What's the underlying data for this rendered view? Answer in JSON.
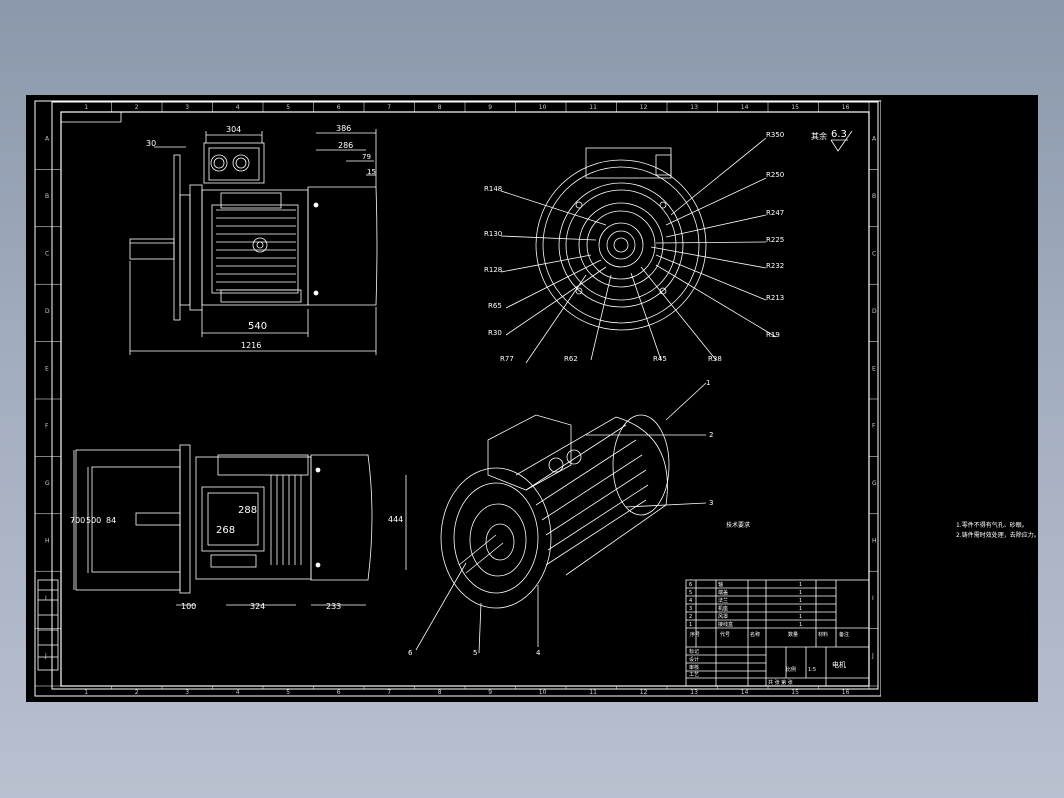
{
  "colors": {
    "background": "#8b98ab",
    "canvas": "#000000",
    "lines": "#ffffff"
  },
  "border": {
    "columns": [
      "1",
      "2",
      "3",
      "4",
      "5",
      "6",
      "7",
      "8",
      "9",
      "10",
      "11",
      "12",
      "13",
      "14",
      "15",
      "16"
    ],
    "rows": [
      "A",
      "B",
      "C",
      "D",
      "E",
      "F",
      "G",
      "H",
      "I",
      "J"
    ]
  },
  "top_view": {
    "dims": {
      "d304": "304",
      "d30": "30",
      "d386": "386",
      "d286": "286",
      "d79": "79",
      "d15": "15",
      "d540": "540",
      "d1216": "1216"
    }
  },
  "front_view": {
    "radii": {
      "r350": "R350",
      "r250": "R250",
      "r247": "R247",
      "r225": "R225",
      "r232": "R232",
      "r213": "R213",
      "r19": "R19",
      "r148": "R148",
      "r130": "R130",
      "r128": "R128",
      "r65": "R65",
      "r30": "R30",
      "r77": "R77",
      "r62": "R62",
      "r45": "R45",
      "r38": "R38"
    },
    "roughness_label": "其余",
    "roughness_value": "6.3"
  },
  "side_view": {
    "dims": {
      "d700": "700",
      "d500": "500",
      "d84": "84",
      "d288": "288",
      "d268": "268",
      "d444": "444",
      "d100": "100",
      "d324": "324",
      "d233": "233"
    }
  },
  "iso_view": {
    "leaders": [
      "1",
      "2",
      "3",
      "4",
      "5",
      "6"
    ],
    "tech_label": "技术要求",
    "notes": [
      "1.零件不得有气孔、砂眼。",
      "2.铸件需时效处理，去除应力。"
    ]
  },
  "title_block": {
    "drawing_name": "电机",
    "parts": [
      {
        "no": "6",
        "name": "轴",
        "qty": "1"
      },
      {
        "no": "5",
        "name": "端盖",
        "qty": "1"
      },
      {
        "no": "4",
        "name": "法兰",
        "qty": "1"
      },
      {
        "no": "3",
        "name": "机座",
        "qty": "1"
      },
      {
        "no": "2",
        "name": "风罩",
        "qty": "1"
      },
      {
        "no": "1",
        "name": "接线盒",
        "qty": "1"
      }
    ],
    "header": [
      "序号",
      "代号",
      "名称",
      "数量",
      "材料",
      "备注"
    ],
    "left_rows": [
      "标记",
      "设计",
      "审核",
      "工艺"
    ],
    "scale_label": "比例",
    "scale": "1:5",
    "sheet": "共 张 第 张"
  }
}
